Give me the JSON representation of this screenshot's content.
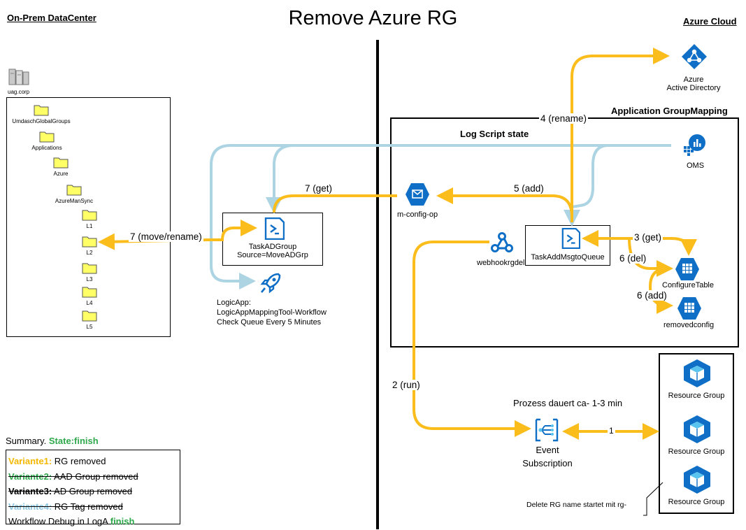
{
  "title": "Remove Azure RG",
  "onprem_label": "On-Prem DataCenter",
  "azure_label": "Azure Cloud",
  "server_label": "uag.corp",
  "folders": [
    "UmdaschGlobalGroups",
    "Applications",
    "Azure",
    "AzureManSync",
    "L1",
    "L2",
    "L3",
    "L4",
    "L5"
  ],
  "logicapp": {
    "line1": "LogicApp:",
    "line2": "LogicAppMappingTool-Workflow",
    "line3": "Check Queue Every 5 Minutes"
  },
  "task_ad": {
    "line1": "TaskADGroup",
    "line2": "Source=MoveADGrp"
  },
  "task_add": "TaskAddMsgtoQueue",
  "mconfig": "m-config-op",
  "webhook": "webhookrgdel",
  "aad": {
    "line1": "Azure",
    "line2": "Active Directory"
  },
  "oms": "OMS",
  "configure_table": "ConfigureTable",
  "removed_config": "removedconfig",
  "app_group_title": "Application GroupMapping",
  "log_script": "Log Script state",
  "steps": {
    "s7get": "7 (get)",
    "s5add": "5 (add)",
    "s4rename": "4 (rename)",
    "s7move": "7 (move/rename)",
    "s3get": "3 (get)",
    "s6del": "6 (del)",
    "s6add": "6 (add)",
    "s2run": "2 (run)",
    "s1": "1"
  },
  "process_duration": "Prozess dauert ca- 1-3 min",
  "event": {
    "line1": "Event",
    "line2": "Subscription"
  },
  "resource_groups": [
    "Resource Group",
    "Resource Group",
    "Resource Group"
  ],
  "delete_note": "Delete RG name startet mit rg-",
  "summary": {
    "prefix": "Summary. ",
    "state": "State:finish",
    "rows": [
      {
        "name": "Variante1:",
        "text": " RG removed"
      },
      {
        "name": "Variante2:",
        "text": " AAD Group removed"
      },
      {
        "name": "Variante3:",
        "text": " AD Group removed"
      },
      {
        "name": "Variante4:",
        "text": " RG Tag removed"
      }
    ],
    "debug_text": "Workflow Debug in LogA ",
    "debug_state": "finish"
  },
  "colors": {
    "orange": "#fbbd1c",
    "lightblue": "#acd4e2",
    "azure": "#0f6fc6",
    "green": "#2ea84b"
  }
}
